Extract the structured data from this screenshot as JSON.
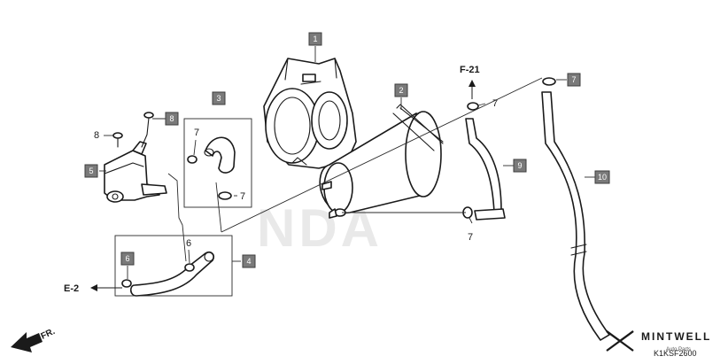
{
  "diagram": {
    "part_numbers": {
      "p1": "1",
      "p2": "2",
      "p3": "3",
      "p4": "4",
      "p5": "5",
      "p6": "6",
      "p8": "8",
      "p9": "9",
      "p10": "10",
      "p7": "7"
    },
    "callouts": {
      "c6": "6",
      "c7": "7",
      "c8": "8",
      "c7_f21": "7",
      "c7_left_top": "7",
      "c7_left_bottom": "7",
      "c7_canister": "7"
    },
    "references": {
      "f21": "F-21",
      "e2": "E-2"
    },
    "direction": "FR.",
    "watermark_text": "NDA",
    "drawing_code": "K1KSF2600"
  },
  "branding": {
    "name": "MINTWELL",
    "sub": "Auto Parts"
  }
}
